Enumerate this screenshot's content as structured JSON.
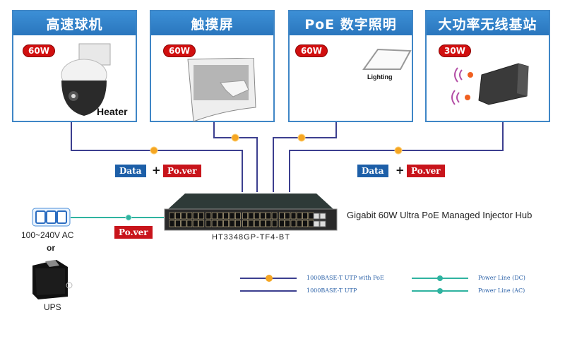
{
  "devices": [
    {
      "title": "高速球机",
      "watt": "60W",
      "label": "Heater"
    },
    {
      "title": "触摸屏",
      "watt": "60W",
      "label": ""
    },
    {
      "title": "PoE 数字照明",
      "watt": "60W",
      "label": "Lighting"
    },
    {
      "title": "大功率无线基站",
      "watt": "30W",
      "label": ""
    }
  ],
  "tags": {
    "data": "Data",
    "plus": "+",
    "power": "Po.ver"
  },
  "switch": {
    "model": "HT3348GP-TF4-BT",
    "description": "Gigabit 60W Ultra PoE Managed Injector Hub"
  },
  "power_source": {
    "ac_label": "100~240V AC",
    "or_label": "or",
    "ups_label": "UPS"
  },
  "legend": [
    {
      "label": "1000BASE-T UTP with PoE",
      "type": "poe-line",
      "color": "#3c3f8f"
    },
    {
      "label": "1000BASE-T UTP",
      "type": "utp-line",
      "color": "#3c3f8f"
    },
    {
      "label": "Power Line (DC)",
      "type": "dc-line",
      "color": "#2fb3a0"
    },
    {
      "label": "Power Line (AC)",
      "type": "ac-line",
      "color": "#2fb3a0"
    }
  ],
  "colors": {
    "header_blue": "#2f80c8",
    "data_line": "#3c3f8f",
    "power_line": "#2fb3a0",
    "poe_marker": "#f5a623",
    "badge_red": "#d10f0f"
  }
}
